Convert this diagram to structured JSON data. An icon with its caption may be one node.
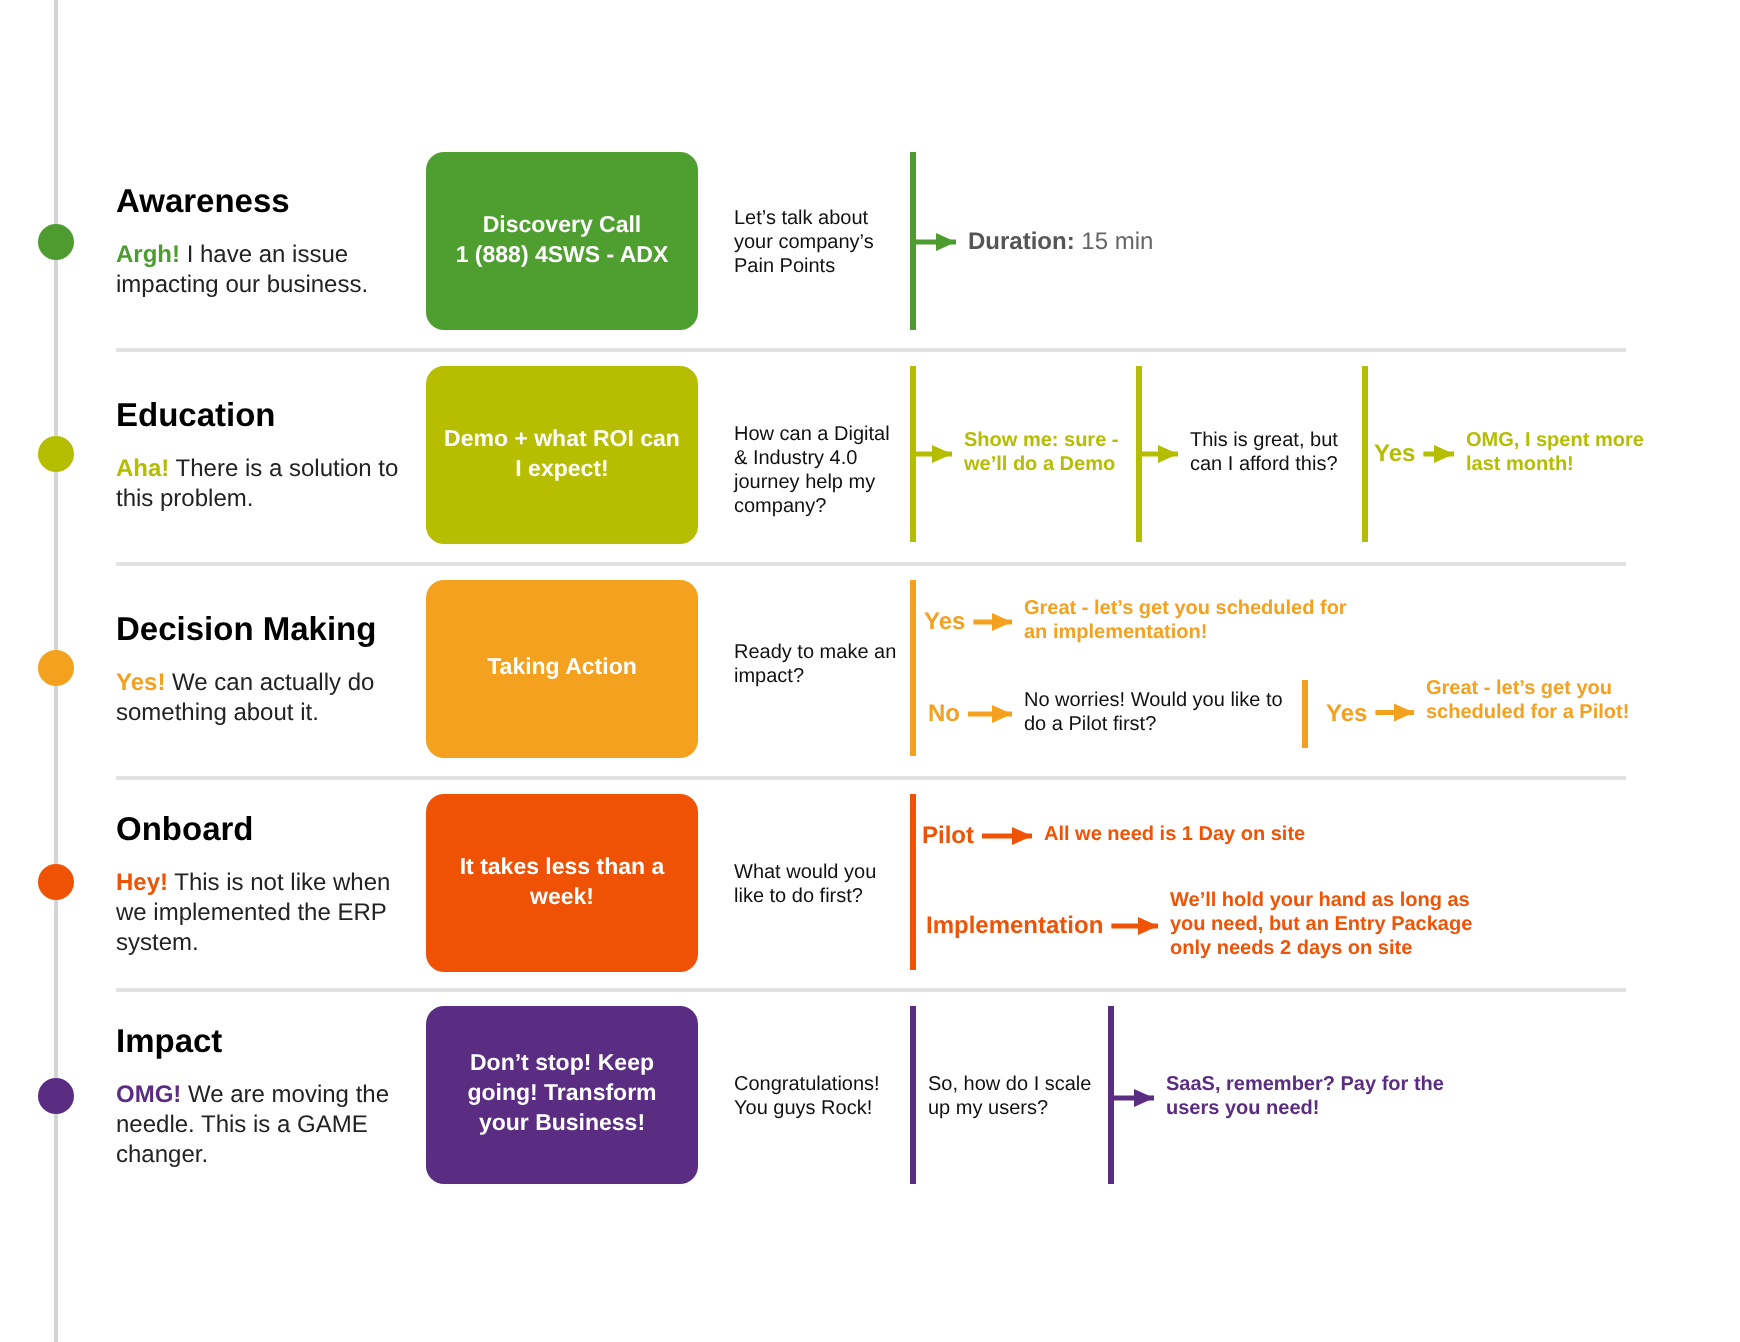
{
  "diagram": {
    "nodes": [
      {
        "text": [
          "Discovery Call",
          "1 (888) 4SWS - ADX"
        ]
      },
      {
        "text": [],
        "shape": "bar"
      },
      {
        "text": [
          "**Duration:** 15 min"
        ]
      },
      {
        "text": [
          "Demo + what ROI can I expect!"
        ]
      },
      {
        "text": [],
        "shape": "bar"
      },
      {
        "text": [
          "Show me: sure - we’ll do a Demo"
        ]
      },
      {
        "text": [],
        "shape": "bar"
      },
      {
        "text": [
          "This is great, but can I afford this?"
        ]
      },
      {
        "text": [],
        "shape": "bar"
      },
      {
        "text": [
          "Yes"
        ]
      },
      {
        "text": [
          "OMG, I spent more last month!"
        ]
      },
      {
        "text": [
          "Taking Action"
        ]
      },
      {
        "text": [],
        "shape": "bar"
      },
      {
        "text": [
          "Yes"
        ]
      },
      {
        "text": [
          "Great - let’s get you scheduled for an implementation!"
        ]
      },
      {
        "text": [
          "No"
        ]
      },
      {
        "text": [
          "No worries! Would you like to do a Pilot first?"
        ]
      },
      {
        "text": [],
        "shape": "bar"
      },
      {
        "text": [
          "Yes"
        ]
      },
      {
        "text": [
          "Great - let’s get you scheduled for a Pilot!"
        ]
      },
      {
        "text": [
          "It takes less than a week!"
        ]
      },
      {
        "text": [],
        "shape": "bar"
      },
      {
        "text": [
          "Pilot"
        ]
      },
      {
        "text": [
          "All we need is 1 Day on site"
        ]
      },
      {
        "text": [
          "Implementation"
        ]
      },
      {
        "text": [
          "We’ll hold your hand as long as you need, but an Entry Package only needs 2 days on site"
        ]
      },
      {
        "text": [
          "Don’t stop! Keep going! Transform your Business!"
        ]
      },
      {
        "text": [],
        "shape": "bar"
      },
      {
        "text": [],
        "shape": "bar"
      },
      {
        "text": [
          "SaaS, remember? Pay for the users you need!"
        ]
      }
    ],
    "edges": [
      {
        "from": 1,
        "to": 2,
        "arrow": "to",
        "color": "#4e9c2f"
      },
      {
        "from": 4,
        "to": 5,
        "arrow": "to",
        "color": "#b5bd00"
      },
      {
        "from": 6,
        "to": 7,
        "arrow": "to",
        "color": "#b5bd00"
      },
      {
        "from": 9,
        "to": 10,
        "arrow": "to",
        "color": "#b5bd00"
      },
      {
        "from": 13,
        "to": 14,
        "arrow": "to",
        "color": "#f4a11f"
      },
      {
        "from": 15,
        "to": 16,
        "arrow": "to",
        "color": "#f4a11f"
      },
      {
        "from": 18,
        "to": 19,
        "arrow": "to",
        "color": "#f4a11f"
      },
      {
        "from": 22,
        "to": 23,
        "arrow": "to",
        "color": "#ef5305"
      },
      {
        "from": 24,
        "to": 25,
        "arrow": "to",
        "color": "#ef5305"
      },
      {
        "from": 28,
        "to": 29,
        "arrow": "to",
        "color": "#5a2d82"
      }
    ],
    "labels": [
      "Awareness",
      "**Argh!** I have an issue impacting our business.",
      "Let’s talk about your company’s Pain Points",
      "Education",
      "**Aha!** There is a solution to this problem.",
      "How can a Digital & Industry 4.0 journey help my company?",
      "Decision Making",
      "**Yes!** We can actually do something about it.",
      "Ready to make an impact?",
      "Onboard",
      "**Hey!** This is not like when we implemented the ERP system.",
      "What would you like to do first?",
      "Impact",
      "**OMG!** We are moving the needle. This is a GAME changer.",
      "Congratulations! You guys Rock!",
      "So, how do I scale up my users?"
    ]
  }
}
